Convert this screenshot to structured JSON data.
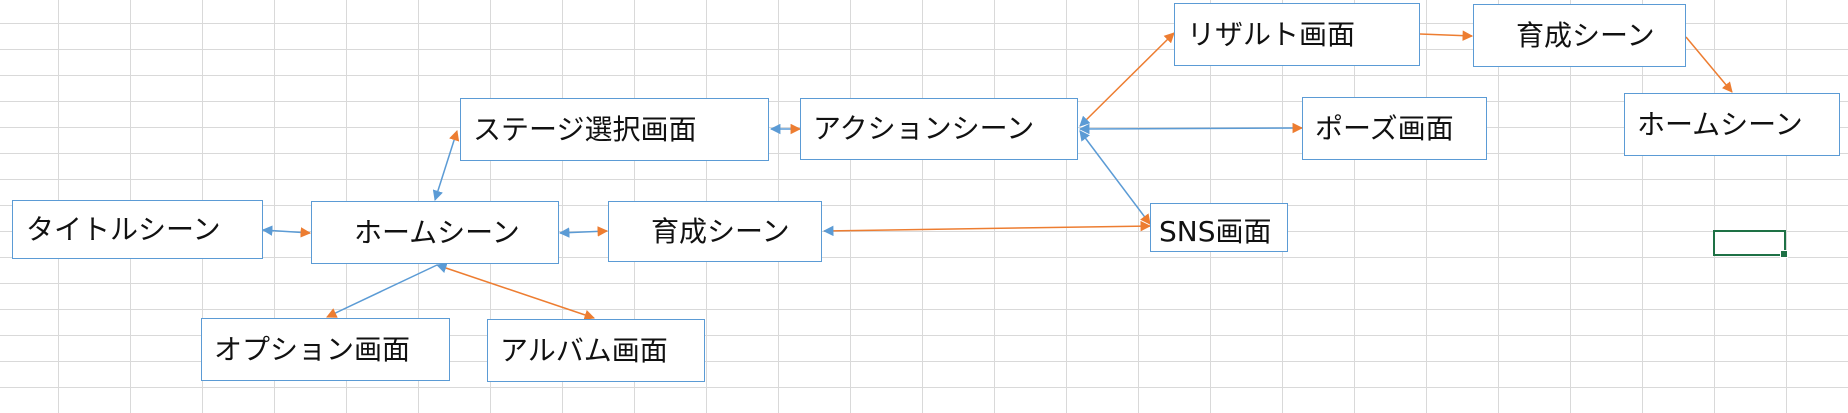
{
  "diagram": {
    "nodes": {
      "title_scene": "タイトルシーン",
      "home_scene": "ホームシーン",
      "training_scene": "育成シーン",
      "stage_select": "ステージ選択画面",
      "action_scene": "アクションシーン",
      "option_screen": "オプション画面",
      "album_screen": "アルバム画面",
      "result_screen": "リザルト画面",
      "training_scene_2": "育成シーン",
      "home_scene_2": "ホームシーン",
      "pause_screen": "ポーズ画面",
      "sns_screen": "SNS画面"
    },
    "colors": {
      "blue": "#5b9bd5",
      "orange": "#ed7d31",
      "selection": "#1e7145"
    }
  }
}
